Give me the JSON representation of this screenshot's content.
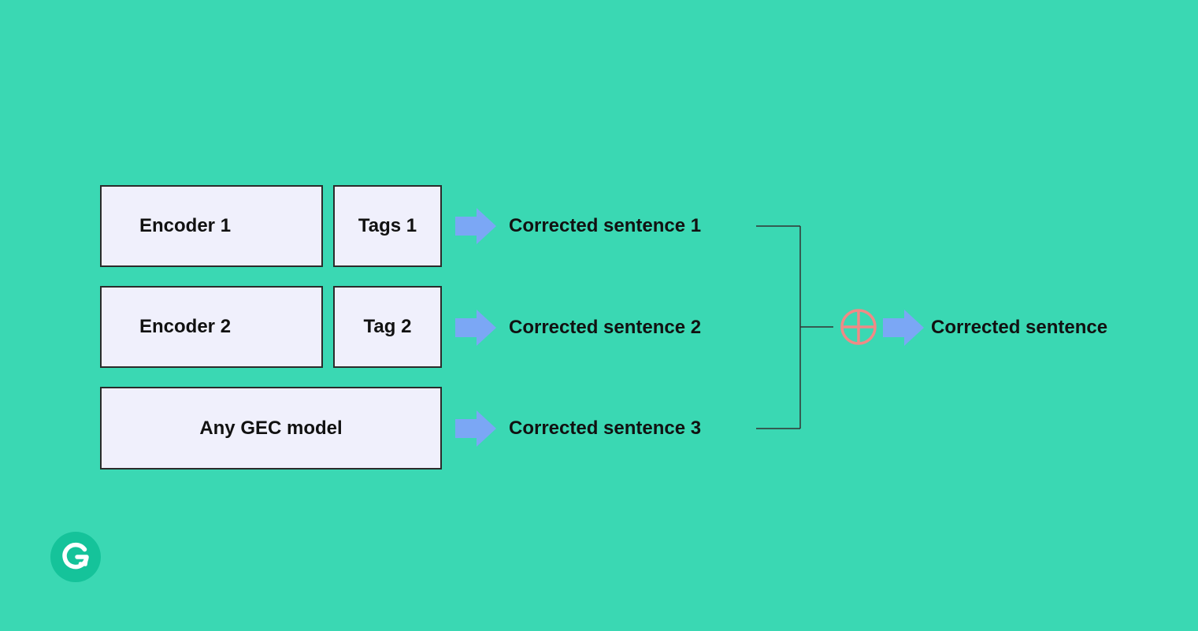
{
  "colors": {
    "frame": "#3ad8b3",
    "box_fill": "#f0f0fc",
    "box_border": "#2b2b2b",
    "arrow": "#7ba7f5",
    "combine_symbol": "#f08a86",
    "logo": "#15c39a"
  },
  "models": {
    "row1": {
      "encoder": "Encoder 1",
      "tags": "Tags 1"
    },
    "row2": {
      "encoder": "Encoder 2",
      "tags": "Tag 2"
    },
    "row3": {
      "model": "Any GEC model"
    }
  },
  "outputs": [
    "Corrected sentence 1",
    "Corrected sentence 2",
    "Corrected sentence 3"
  ],
  "combined_output": "Corrected sentence",
  "icons": {
    "arrow": "right-arrow-icon",
    "combine": "circle-plus-icon",
    "logo": "grammarly-logo"
  }
}
